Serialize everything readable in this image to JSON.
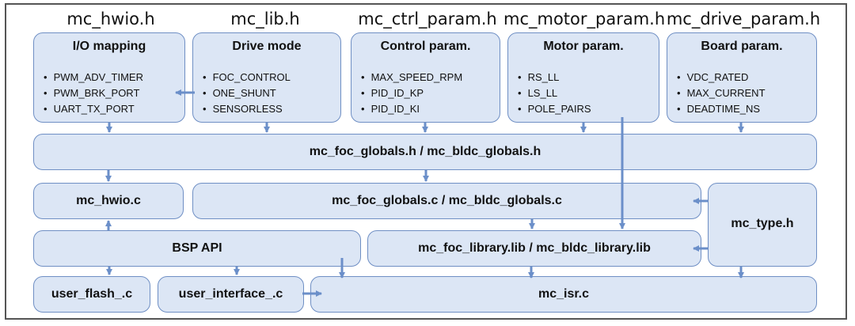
{
  "headers": [
    "mc_hwio.h",
    "mc_lib.h",
    "mc_ctrl_param.h",
    "mc_motor_param.h",
    "mc_drive_param.h"
  ],
  "param_boxes": [
    {
      "title": "I/O mapping",
      "items": [
        "PWM_ADV_TIMER",
        "PWM_BRK_PORT",
        "UART_TX_PORT"
      ]
    },
    {
      "title": "Drive mode",
      "items": [
        "FOC_CONTROL",
        "ONE_SHUNT",
        "SENSORLESS"
      ]
    },
    {
      "title": "Control param.",
      "items": [
        "MAX_SPEED_RPM",
        "PID_ID_KP",
        "PID_ID_KI"
      ]
    },
    {
      "title": "Motor param.",
      "items": [
        "RS_LL",
        "LS_LL",
        "POLE_PAIRS"
      ]
    },
    {
      "title": "Board param.",
      "items": [
        "VDC_RATED",
        "MAX_CURRENT",
        "DEADTIME_NS"
      ]
    }
  ],
  "modules": {
    "globals_h": "mc_foc_globals.h / mc_bldc_globals.h",
    "hwio_c": "mc_hwio.c",
    "globals_c": "mc_foc_globals.c / mc_bldc_globals.c",
    "type_h": "mc_type.h",
    "bsp_api": "BSP API",
    "library": "mc_foc_library.lib / mc_bldc_library.lib",
    "user_flash": "user_flash_.c",
    "user_interface": "user_interface_.c",
    "isr": "mc_isr.c"
  },
  "colors": {
    "box_fill": "#dce6f5",
    "box_border": "#6f8fc4",
    "arrow": "#6b8fc9"
  }
}
